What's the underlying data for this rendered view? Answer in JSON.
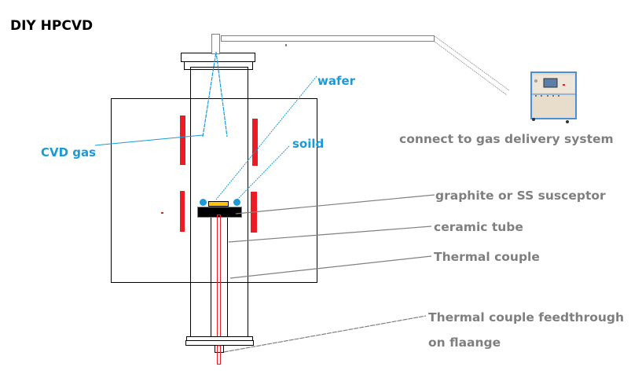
{
  "title": "DIY HPCVD",
  "labels": {
    "wafer": "wafer",
    "soild": "soild",
    "cvd_gas": "CVD gas",
    "gas_delivery": "connect to gas delivery system",
    "susceptor": "graphite or SS susceptor",
    "ceramic_tube": "ceramic tube",
    "thermal_couple": "Thermal couple",
    "feedthrough_line1": "Thermal couple feedthrough",
    "feedthrough_line2": "on flaange"
  },
  "colors": {
    "heater": "#ed1c24",
    "label_blue": "#1a9ad6",
    "label_gray": "#7f7f7f",
    "wafer": "#ffc20e",
    "susceptor": "#000000",
    "outline": "#000000",
    "gas_pipe": "#808080",
    "cabinet_frame": "#4a90d9",
    "cabinet_body": "#e8dccb"
  }
}
